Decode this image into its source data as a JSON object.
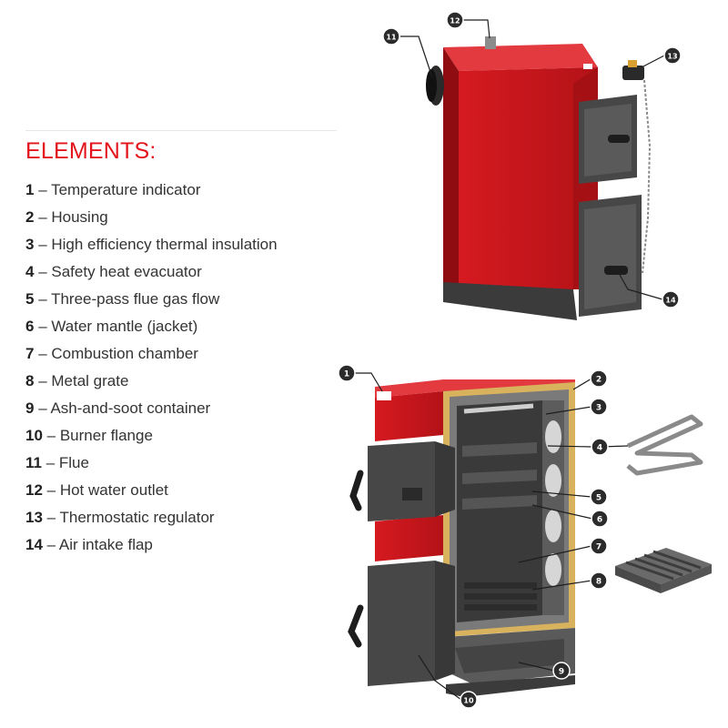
{
  "heading": "ELEMENTS:",
  "items": [
    {
      "num": "1",
      "label": "Temperature indicator"
    },
    {
      "num": "2",
      "label": "Housing"
    },
    {
      "num": "3",
      "label": "High efficiency thermal insulation"
    },
    {
      "num": "4",
      "label": "Safety heat evacuator"
    },
    {
      "num": "5",
      "label": "Three-pass flue gas flow"
    },
    {
      "num": "6",
      "label": "Water mantle (jacket)"
    },
    {
      "num": "7",
      "label": "Combustion chamber"
    },
    {
      "num": "8",
      "label": "Metal grate"
    },
    {
      "num": "9",
      "label": "Ash-and-soot container"
    },
    {
      "num": "10",
      "label": "Burner flange"
    },
    {
      "num": "11",
      "label": "Flue"
    },
    {
      "num": "12",
      "label": "Hot water outlet"
    },
    {
      "num": "13",
      "label": "Thermostatic regulator"
    },
    {
      "num": "14",
      "label": "Air intake flap"
    }
  ],
  "sep": " – ",
  "callouts": [
    "1",
    "2",
    "3",
    "4",
    "5",
    "6",
    "7",
    "8",
    "9",
    "10",
    "11",
    "12",
    "13",
    "14"
  ],
  "colors": {
    "accent": "#e3141b",
    "body_red": "#c8161b",
    "door_dark": "#4a4a4a",
    "insulation": "#d9b25e"
  }
}
